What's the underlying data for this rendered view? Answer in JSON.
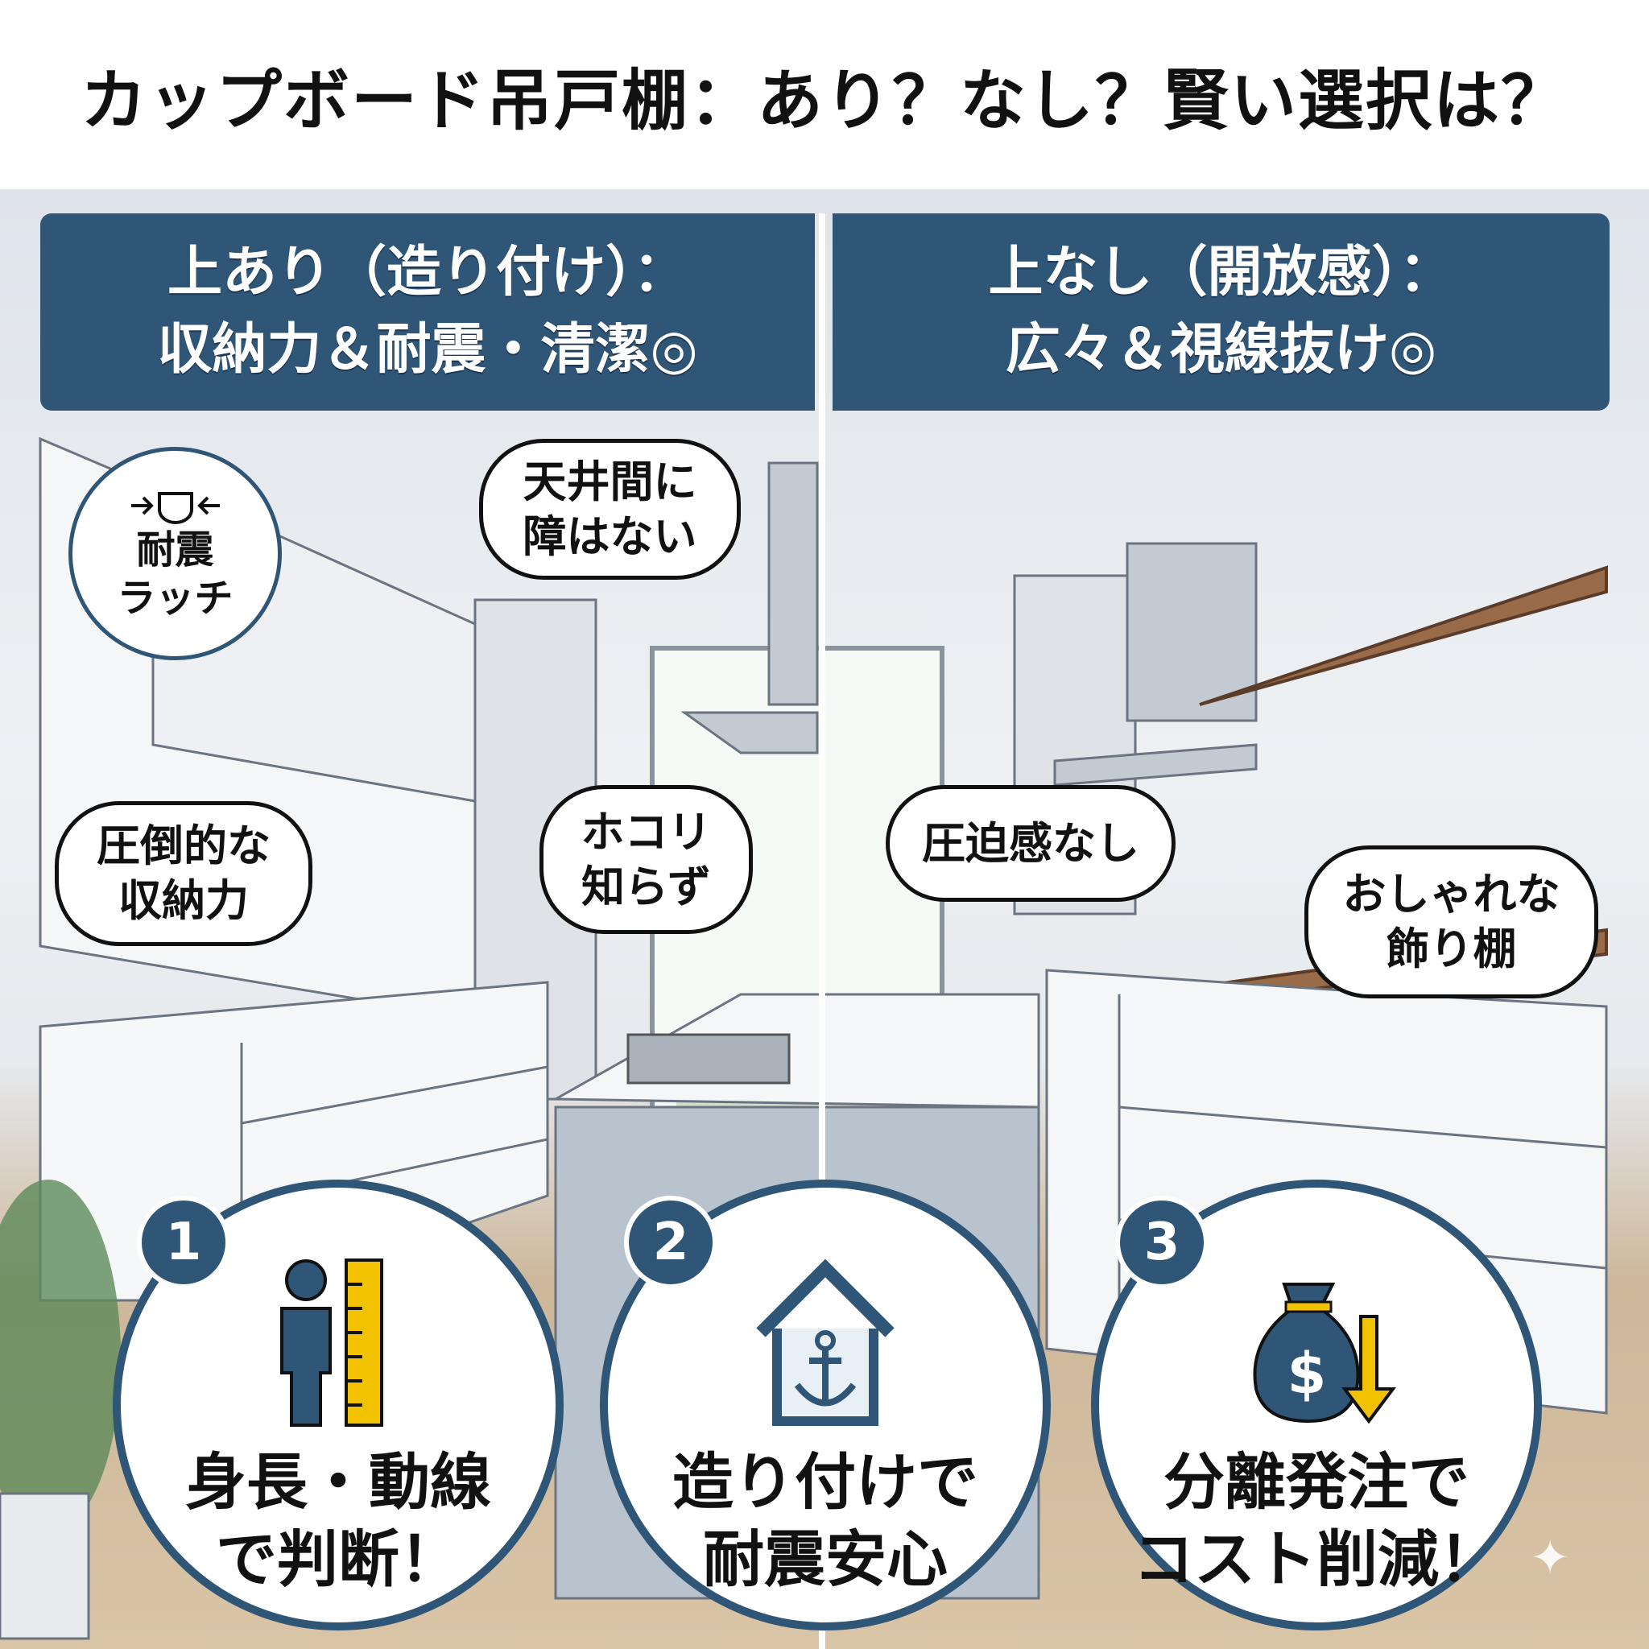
{
  "title": "カップボード吊戸棚：あり？なし？賢い選択は？",
  "left_header": {
    "line1": "上あり（造り付け）：",
    "line2": "収納力＆耐震・清潔◎"
  },
  "right_header": {
    "line1": "上なし（開放感）：",
    "line2": "広々＆視線抜け◎"
  },
  "bubbles": {
    "latch": {
      "line1": "耐震",
      "line2": "ラッチ"
    },
    "ceiling": {
      "line1": "天井間に",
      "line2": "障はない"
    },
    "storage": {
      "line1": "圧倒的な",
      "line2": "収納力"
    },
    "dust": {
      "line1": "ホコリ",
      "line2": "知らず"
    },
    "no_pressure": {
      "line1": "圧迫感なし"
    },
    "shelf": {
      "line1": "おしゃれな",
      "line2": "飾り棚"
    }
  },
  "points": [
    {
      "number": "1",
      "icon": "person-ruler-icon",
      "line1": "身長・動線",
      "line2": "で判断！"
    },
    {
      "number": "2",
      "icon": "house-anchor-icon",
      "line1": "造り付けで",
      "line2": "耐震安心"
    },
    {
      "number": "3",
      "icon": "money-bag-down-icon",
      "line1": "分離発注で",
      "line2": "コスト削減！"
    }
  ],
  "colors": {
    "navy": "#2f5577",
    "accent_yellow": "#f2c200"
  }
}
